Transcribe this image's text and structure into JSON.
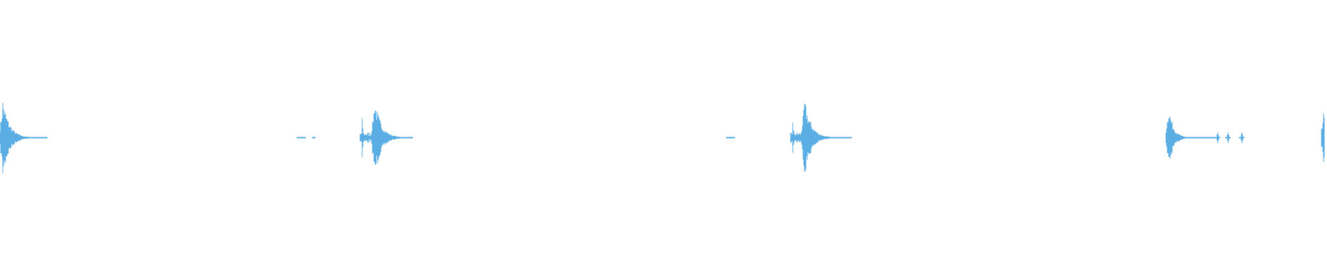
{
  "waveform": {
    "color": "#5aaee3",
    "events": [
      {
        "kind": "burst",
        "peak": 0.29,
        "decay": 0.55
      },
      {
        "kind": "blip",
        "peak": 0.01
      },
      {
        "kind": "blip",
        "peak": 0.01
      },
      {
        "kind": "burst",
        "peak": 0.29,
        "decay": 0.55,
        "preclick": 0.14
      },
      {
        "kind": "blip",
        "peak": 0.01
      },
      {
        "kind": "burst",
        "peak": 0.29,
        "decay": 0.55,
        "preclick": 0.11
      },
      {
        "kind": "burst",
        "peak": 0.24,
        "decay": 0.35
      },
      {
        "kind": "click",
        "peak": 0.04
      },
      {
        "kind": "click",
        "peak": 0.04
      },
      {
        "kind": "click",
        "peak": 0.04
      },
      {
        "kind": "burst",
        "peak": 0.26,
        "decay": 0.3
      }
    ]
  }
}
